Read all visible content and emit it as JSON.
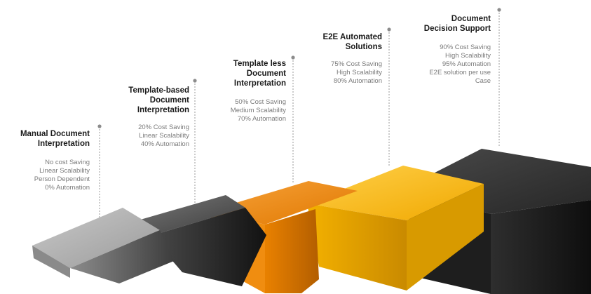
{
  "stages": [
    {
      "title_lines": [
        "Manual Document",
        "Interpretation"
      ],
      "details": [
        "No cost Saving",
        "Linear Scalability",
        "Person Dependent",
        "0% Automation"
      ],
      "color": "#a6a6a6"
    },
    {
      "title_lines": [
        "Template-based",
        "Document",
        "Interpretation"
      ],
      "details": [
        "20% Cost Saving",
        "Linear Scalability",
        "40% Automation"
      ],
      "color": "#4d4d4d"
    },
    {
      "title_lines": [
        "Template less",
        "Document",
        "Interpretation"
      ],
      "details": [
        "50% Cost Saving",
        "Medium Scalability",
        "70% Automation"
      ],
      "color": "#f08a00"
    },
    {
      "title_lines": [
        "E2E Automated",
        "Solutions"
      ],
      "details": [
        "75% Cost Saving",
        "High Scalability",
        "80% Automation"
      ],
      "color": "#f5b800"
    },
    {
      "title_lines": [
        "Document",
        "Decision Support"
      ],
      "details": [
        "90% Cost Saving",
        "High Scalability",
        "95% Automation",
        "E2E solution per use",
        "Case"
      ],
      "color": "#2b2b2b"
    }
  ]
}
